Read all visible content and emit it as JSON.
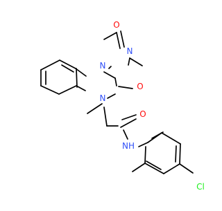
{
  "molecule": {
    "atom_labels": {
      "n_imine": "N",
      "n_amide_acetyl": "N",
      "n_ring": "N",
      "o_acetyl": "O",
      "o_ring": "O",
      "o_amide": "O",
      "nh_amide": "NH",
      "cl": "Cl"
    },
    "colors": {
      "bond": "#000000",
      "nitrogen": "#3050F8",
      "oxygen": "#FF0D0D",
      "chlorine": "#1FF01F"
    }
  }
}
